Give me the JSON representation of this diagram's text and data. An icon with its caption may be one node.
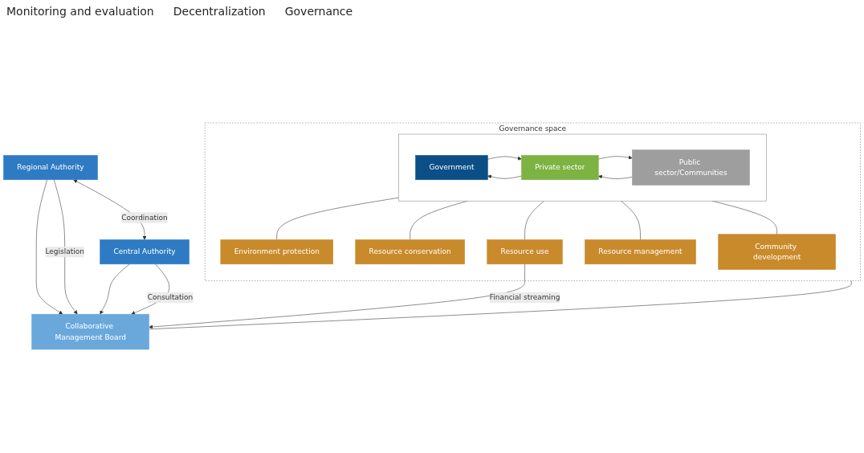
{
  "diagram": {
    "nodes": [
      {
        "text": [
          "Regional Authority"
        ]
      },
      {
        "text": [
          "Central Authority"
        ]
      },
      {
        "text": [
          "Collaborative Management Board"
        ]
      },
      {
        "text": [
          "Governance space"
        ]
      },
      {
        "text": [],
        "shape": "box",
        "in": 3
      },
      {
        "text": [
          "Government"
        ],
        "in": 4
      },
      {
        "text": [
          "Private sector"
        ],
        "in": 4
      },
      {
        "text": [
          "Public sector/Communities"
        ],
        "in": 4
      },
      {
        "text": [
          "Environment protection"
        ],
        "in": 3
      },
      {
        "text": [
          "Resource conservation"
        ],
        "in": 3
      },
      {
        "text": [
          "Resource use"
        ],
        "in": 3
      },
      {
        "text": [
          "Resource management"
        ],
        "in": 3
      },
      {
        "text": [
          "Community development"
        ],
        "in": 3
      }
    ],
    "edges": [
      {
        "from": 0,
        "to": 1,
        "arrow": "both",
        "label": "Coordination"
      },
      {
        "from": 0,
        "to": 2,
        "arrow": "to"
      },
      {
        "from": 0,
        "to": 2,
        "arrow": "to",
        "label": "Legislation"
      },
      {
        "from": 1,
        "to": 2,
        "arrow": "to"
      },
      {
        "from": 1,
        "to": 2,
        "arrow": "to",
        "label": "Consultation"
      },
      {
        "from": 2,
        "to": 3,
        "arrow": "none"
      },
      {
        "from": 5,
        "to": 6,
        "arrow": "to"
      },
      {
        "from": 6,
        "to": 5,
        "arrow": "to"
      },
      {
        "from": 6,
        "to": 7,
        "arrow": "to"
      },
      {
        "from": 7,
        "to": 6,
        "arrow": "to"
      },
      {
        "from": 4,
        "to": 8,
        "arrow": "none"
      },
      {
        "from": 4,
        "to": 9,
        "arrow": "none"
      },
      {
        "from": 4,
        "to": 10,
        "arrow": "none"
      },
      {
        "from": 4,
        "to": 11,
        "arrow": "none"
      },
      {
        "from": 4,
        "to": 12,
        "arrow": "none"
      },
      {
        "from": 10,
        "to": 2,
        "arrow": "to",
        "label": "Financial streaming"
      }
    ],
    "labels": [
      "Monitoring and evaluation",
      "Decentralization",
      "Governance"
    ]
  }
}
